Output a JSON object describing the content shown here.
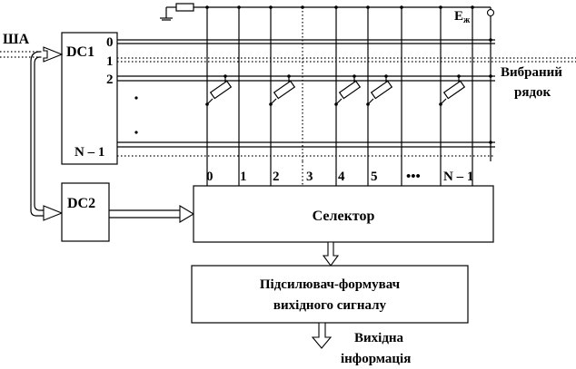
{
  "input_bus": "ША",
  "dc1": {
    "name": "DC1",
    "outputs": [
      "0",
      "1",
      "2",
      "N – 1"
    ]
  },
  "dc2": {
    "name": "DC2"
  },
  "supply": {
    "label": "E",
    "subscript": "ж"
  },
  "selected_row": {
    "line1": "Вибраний",
    "line2": "рядок"
  },
  "columns": [
    "0",
    "1",
    "2",
    "3",
    "4",
    "5",
    "•••",
    "N – 1"
  ],
  "selector": {
    "label": "Селектор"
  },
  "amplifier": {
    "line1": "Підсилювач-формувач",
    "line2": "вихідного сигналу"
  },
  "output": {
    "line1": "Вихідна",
    "line2": "інформація"
  }
}
